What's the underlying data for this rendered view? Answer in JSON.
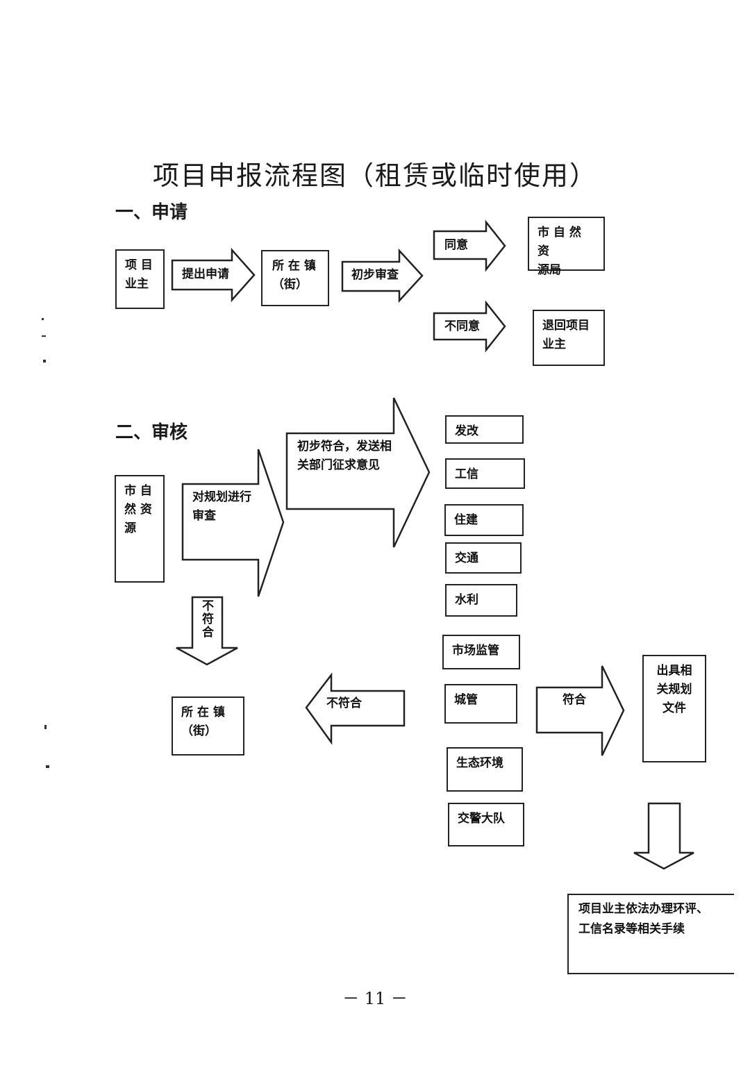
{
  "title": "项目申报流程图（租赁或临时使用）",
  "sections": {
    "apply": "一、申请",
    "review": "二、审核"
  },
  "apply_flow": {
    "owner_box": "项 目\n业主",
    "submit_arrow": "提出申请",
    "town_box": "所 在 镇\n（街）",
    "preliminary_arrow": "初步审查",
    "agree_arrow": "同意",
    "bureau_box": "市 自 然 资\n源局",
    "disagree_arrow": "不同意",
    "return_box": "退回项目\n业主"
  },
  "review_flow": {
    "bureau_box": "市 自\n然 资\n源",
    "plan_review_arrow": "对规划进行\n审查",
    "consult_arrow": "初步符合，发送相\n关部门征求意见",
    "noncompliant_down_arrow": "不\n符\n合",
    "town_box": "所 在 镇\n（街）",
    "noncompliant_left_arrow": "不符合",
    "departments": [
      "发改",
      "工信",
      "住建",
      "交通",
      "水利",
      "市场监管",
      "城管",
      "生态环境",
      "交警大队"
    ],
    "compliant_arrow": "符合",
    "documents_box": "出具相\n关规划\n文件",
    "final_box": "项目业主依法办理环评、\n工信名录等相关手续"
  },
  "page_number": "－ 11 －"
}
